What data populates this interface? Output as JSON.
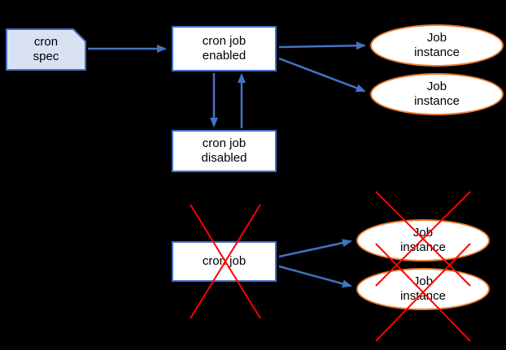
{
  "colors": {
    "background": "#000000",
    "text": "#000000",
    "node_border": "#4472C4",
    "node_fill": "#FFFFFF",
    "spec_fill": "#D9E2F3",
    "arrow": "#4472C4",
    "ellipse_border": "#ED7D31",
    "ellipse_fill": "#FFFFFF",
    "cross": "#FF0000"
  },
  "nodes": {
    "cron_spec": "cron\nspec",
    "cron_job_enabled": "cron job\nenabled",
    "cron_job_disabled": "cron job\ndisabled",
    "job_instance_top_1": "Job\ninstance",
    "job_instance_top_2": "Job\ninstance",
    "cron_job": "cron job",
    "job_instance_bottom_1": "Job\ninstance",
    "job_instance_bottom_2": "Job\ninstance"
  }
}
